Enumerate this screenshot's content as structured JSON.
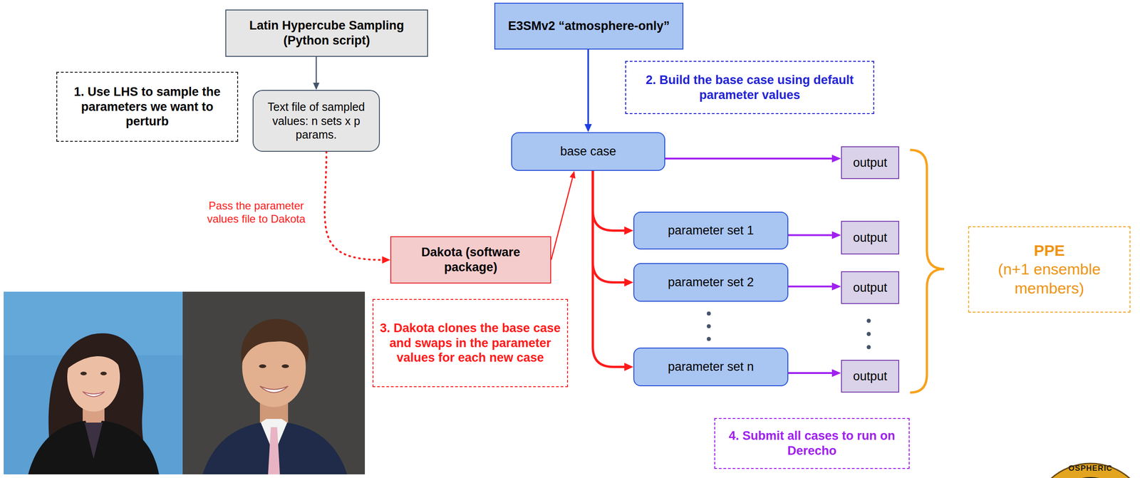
{
  "diagram": {
    "nodes": [
      {
        "text": [
          "Latin Hypercube Sampling (Python script)"
        ]
      },
      {
        "text": [
          "E3SMv2 “atmosphere-only”"
        ]
      },
      {
        "text": [
          "1. Use LHS to sample the parameters we want to perturb"
        ]
      },
      {
        "text": [
          "2. Build the base case using default parameter values"
        ]
      },
      {
        "text": [
          "Text file of sampled values: n sets x p params."
        ]
      },
      {
        "text": [
          "base case"
        ]
      },
      {
        "text": [
          "output"
        ]
      },
      {
        "text": [
          "parameter set 1"
        ]
      },
      {
        "text": [
          "output"
        ]
      },
      {
        "text": [
          "Dakota (software package)"
        ]
      },
      {
        "text": [
          "parameter set 2"
        ]
      },
      {
        "text": [
          "output"
        ]
      },
      {
        "text": [
          "PPE",
          "(n+1 ensemble members)"
        ]
      },
      {
        "text": [
          "3. Dakota clones the base case and swaps in the parameter values for each new case"
        ]
      },
      {
        "text": [
          "parameter set n"
        ]
      },
      {
        "text": [
          "output"
        ]
      },
      {
        "text": [
          "4. Submit all cases to run on Derecho"
        ]
      }
    ],
    "edges": [
      {
        "from": 0,
        "to": 4,
        "arrow": "to"
      },
      {
        "from": 1,
        "to": 5,
        "arrow": "to"
      },
      {
        "from": 4,
        "to": 9,
        "arrow": "to",
        "label": "Pass the parameter values file to Dakota"
      },
      {
        "from": 9,
        "to": 5,
        "arrow": "to"
      },
      {
        "from": 5,
        "to": 6,
        "arrow": "to"
      },
      {
        "from": 5,
        "to": 7,
        "arrow": "to"
      },
      {
        "from": 5,
        "to": 10,
        "arrow": "to"
      },
      {
        "from": 5,
        "to": 14,
        "arrow": "to"
      },
      {
        "from": 7,
        "to": 8,
        "arrow": "to"
      },
      {
        "from": 10,
        "to": 11,
        "arrow": "to"
      },
      {
        "from": 14,
        "to": 15,
        "arrow": "to"
      }
    ],
    "labels": [
      "OSPHERIC"
    ]
  }
}
